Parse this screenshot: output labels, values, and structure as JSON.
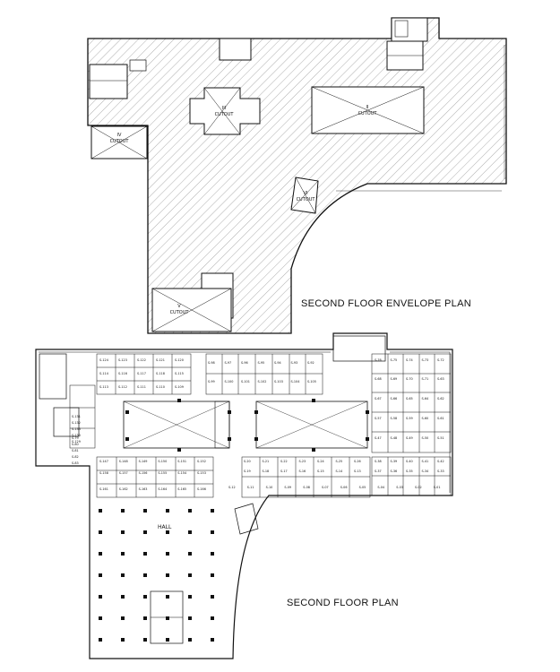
{
  "envelope": {
    "title": "SECOND FLOOR ENVELOPE PLAN",
    "cutouts": [
      {
        "num": "III",
        "label": "CUTOUT"
      },
      {
        "num": "II",
        "label": "CUTOUT"
      },
      {
        "num": "IV",
        "label": "CUTOUT"
      },
      {
        "num": "VI",
        "label": "CUTOUT"
      },
      {
        "num": "V",
        "label": "CUTOUT"
      }
    ]
  },
  "floor": {
    "title": "SECOND FLOOR PLAN",
    "hall_label": "HALL",
    "shop_rows": [
      [
        "S-124",
        "S-123",
        "S-122",
        "S-121",
        "S-120"
      ],
      [
        "S-114",
        "S-116",
        "S-117",
        "S-118",
        "S-115"
      ],
      [
        "S-113",
        "S-112",
        "S-111",
        "S-110",
        "S-109"
      ],
      [
        "S-98",
        "S-97",
        "S-96",
        "S-95",
        "S-94",
        "S-93",
        "S-92"
      ],
      [
        "S-99",
        "S-100",
        "S-101",
        "S-102",
        "S-103",
        "S-104",
        "S-105"
      ],
      [
        "S-76",
        "S-75",
        "S-74",
        "S-73",
        "S-72"
      ],
      [
        "S-68",
        "S-69",
        "S-70",
        "S-71",
        "S-63"
      ],
      [
        "S-67",
        "S-66",
        "S-65",
        "S-64",
        "S-62"
      ],
      [
        "S-57",
        "S-58",
        "S-59",
        "S-60",
        "S-61"
      ],
      [
        "S-47",
        "S-48",
        "S-49",
        "S-50",
        "S-51"
      ],
      [
        "S-38",
        "S-39",
        "S-40",
        "S-41",
        "S-42"
      ],
      [
        "S-37",
        "S-36",
        "S-35",
        "S-34",
        "S-33"
      ],
      [
        "S-20",
        "S-21",
        "S-22",
        "S-23",
        "S-24",
        "S-25",
        "S-26"
      ],
      [
        "S-19",
        "S-18",
        "S-17",
        "S-16",
        "S-15",
        "S-14",
        "S-13"
      ],
      [
        "S-12",
        "S-11",
        "S-10",
        "S-09",
        "S-08",
        "S-07",
        "S-06",
        "S-05",
        "S-04",
        "S-03",
        "S-02",
        "S-01"
      ],
      [
        "S-147",
        "S-148",
        "S-149",
        "S-150",
        "S-151",
        "S-152"
      ],
      [
        "S-158",
        "S-157",
        "S-156",
        "S-155",
        "S-154",
        "S-153"
      ],
      [
        "S-161",
        "S-162",
        "S-163",
        "S-164",
        "S-165",
        "S-166"
      ],
      [
        "S-131",
        "S-132",
        "S-133",
        "S-130",
        "S-129"
      ],
      [
        "S-79",
        "S-80",
        "S-81",
        "S-82",
        "S-83"
      ]
    ]
  }
}
